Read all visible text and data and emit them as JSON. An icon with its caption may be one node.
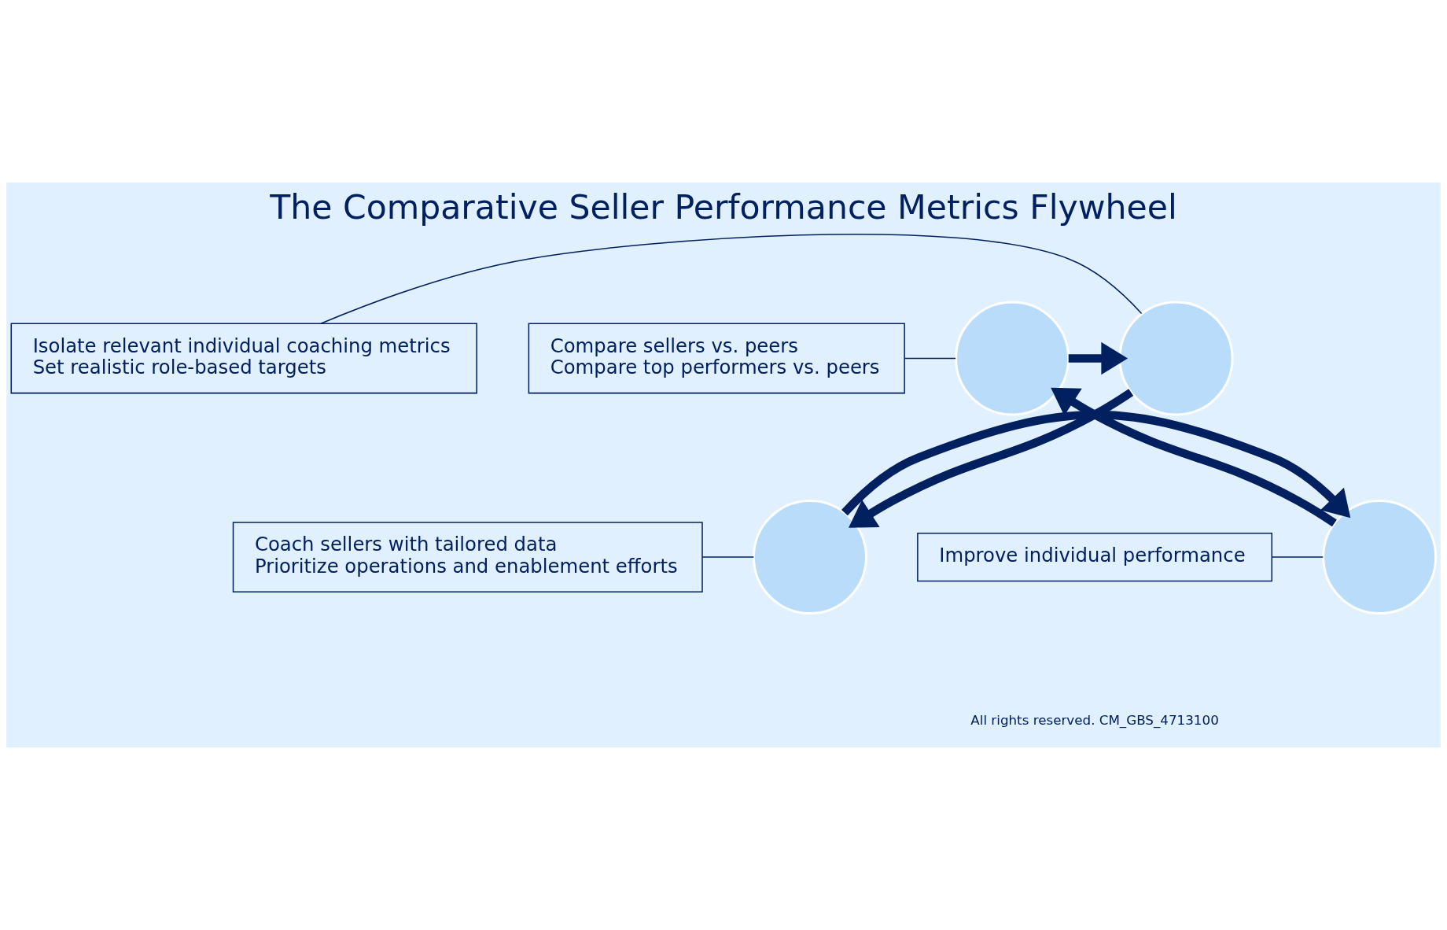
{
  "diagram": {
    "title": "The Comparative Seller Performance Metrics Flywheel",
    "nodes": [
      {
        "text": [
          "Compare sellers vs. peers",
          "Compare top performers vs. peers"
        ]
      },
      {
        "text": [
          "Isolate relevant individual coaching metrics",
          "Set realistic role-based targets"
        ]
      },
      {
        "text": [],
        "shape": "circle"
      },
      {
        "text": [],
        "shape": "circle"
      },
      {
        "text": [],
        "shape": "circle"
      },
      {
        "text": [],
        "shape": "circle"
      },
      {
        "text": [
          "Improve individual performance"
        ]
      },
      {
        "text": [
          "Coach sellers with tailored data",
          "Prioritize operations and enablement efforts"
        ]
      }
    ],
    "edges": [
      {
        "from": 2,
        "to": 3,
        "arrow": "to",
        "style": "thick"
      },
      {
        "from": 3,
        "to": 5,
        "arrow": "to",
        "style": "thick"
      },
      {
        "from": 5,
        "to": 4,
        "arrow": "to",
        "style": "thick"
      },
      {
        "from": 4,
        "to": 2,
        "arrow": "to",
        "style": "thick"
      },
      {
        "from": 0,
        "to": 2,
        "arrow": "none"
      },
      {
        "from": 1,
        "to": 3,
        "arrow": "none"
      },
      {
        "from": 6,
        "to": 4,
        "arrow": "none"
      },
      {
        "from": 7,
        "to": 5,
        "arrow": "none"
      }
    ],
    "labels": [
      "All rights reserved. CM_GBS_4713100"
    ]
  }
}
